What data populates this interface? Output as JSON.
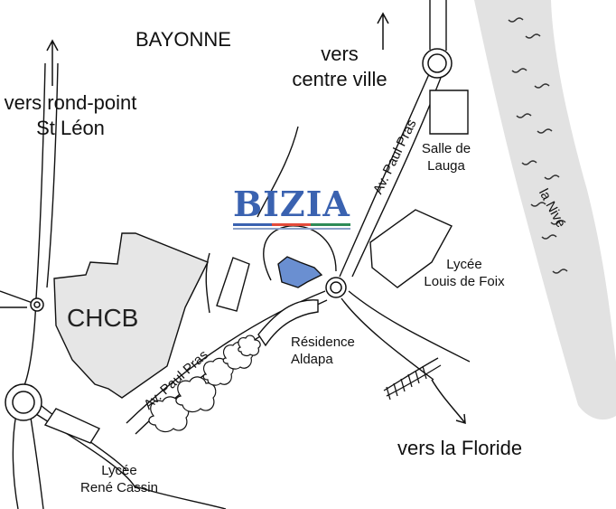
{
  "city": "BAYONNE",
  "directions": {
    "north_west": "vers rond-point\nSt Léon",
    "north": "vers\ncentre ville",
    "south_east": "vers la Floride"
  },
  "streets": {
    "upper": "Av. Paul Pras",
    "lower": "Av. Paul Pras"
  },
  "river": "la Nive",
  "brand": {
    "name": "BIZIA",
    "colors": {
      "primary": "#3a62b0",
      "stripe_red": "#e34b3b",
      "stripe_green": "#2e8b57"
    }
  },
  "places": {
    "hospital": "CHCB",
    "salle": "Salle de\nLauga",
    "lycee_foix": "Lycée\nLouis de Foix",
    "residence": "Résidence\nAldapa",
    "lycee_cassin": "Lycée\nRené Cassin"
  },
  "colors": {
    "building_highlight": "#6a8fd1",
    "building_grey": "#e6e6e6",
    "river": "#e2e2e2"
  }
}
